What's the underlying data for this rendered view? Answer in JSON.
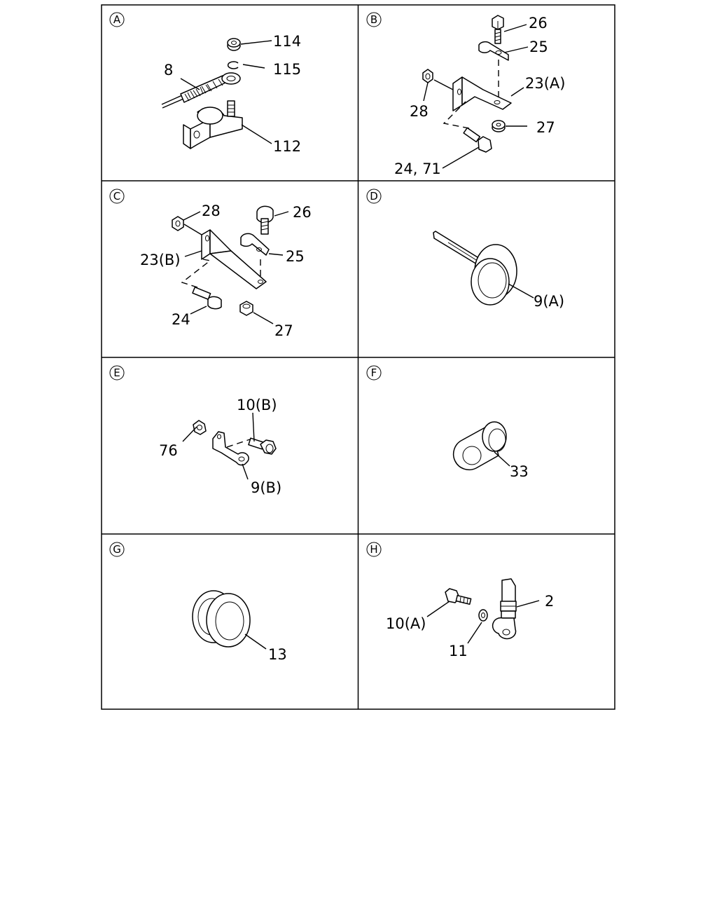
{
  "panels": [
    {
      "id": "A",
      "labels": [
        "114",
        "115",
        "8",
        "112"
      ]
    },
    {
      "id": "B",
      "labels": [
        "26",
        "25",
        "23(A)",
        "28",
        "27",
        "24, 71"
      ]
    },
    {
      "id": "C",
      "labels": [
        "28",
        "26",
        "23(B)",
        "25",
        "24",
        "27"
      ]
    },
    {
      "id": "D",
      "labels": [
        "9(A)"
      ]
    },
    {
      "id": "E",
      "labels": [
        "10(B)",
        "76",
        "9(B)"
      ]
    },
    {
      "id": "F",
      "labels": [
        "33"
      ]
    },
    {
      "id": "G",
      "labels": [
        "13"
      ]
    },
    {
      "id": "H",
      "labels": [
        "10(A)",
        "2",
        "11"
      ]
    }
  ]
}
